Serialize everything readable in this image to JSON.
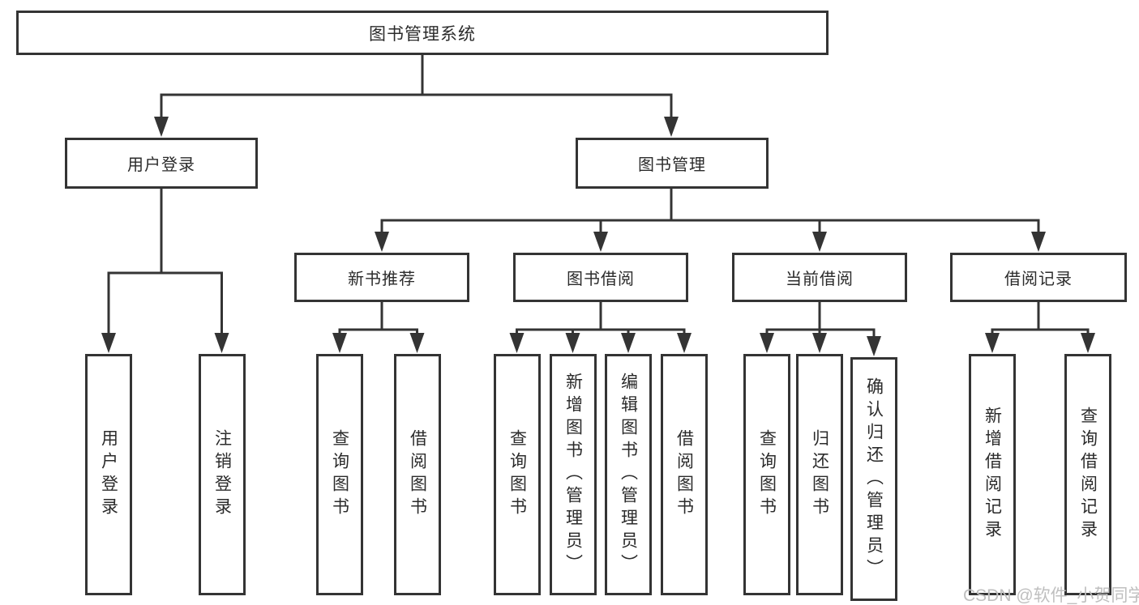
{
  "tree": {
    "root": "图书管理系统",
    "branches": [
      {
        "label": "用户登录",
        "children": [
          "用户登录",
          "注销登录"
        ]
      },
      {
        "label": "图书管理",
        "groups": [
          {
            "label": "新书推荐",
            "children": [
              "查询图书",
              "借阅图书"
            ]
          },
          {
            "label": "图书借阅",
            "children": [
              "查询图书",
              "新增图书（管理员）",
              "编辑图书（管理员）",
              "借阅图书"
            ]
          },
          {
            "label": "当前借阅",
            "children": [
              "查询图书",
              "归还图书",
              "确认归还（管理员）"
            ]
          },
          {
            "label": "借阅记录",
            "children": [
              "新增借阅记录",
              "查询借阅记录"
            ]
          }
        ]
      }
    ]
  },
  "watermark": "CSDN @软件_小贺同学",
  "colors": {
    "line": "#343434",
    "text": "#2b2b2b",
    "watermark": "#bfbfbf",
    "background": "#ffffff"
  }
}
